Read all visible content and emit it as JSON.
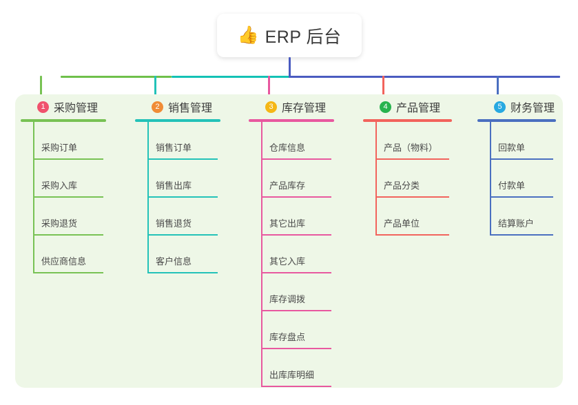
{
  "root": {
    "icon": "thumbs-up-icon",
    "emoji": "👍",
    "title": "ERP 后台"
  },
  "theme": {
    "canvas_bg": "#ffffff",
    "card_bg": "#eef7e7",
    "root_bg": "#ffffff",
    "root_text": "#3a3a3a",
    "title_text": "#3c3c3c",
    "item_text": "#4a4a4a",
    "trunk_color": "#4a5bc0"
  },
  "connectors": {
    "trunk_vertical_color": "#4a5bc0",
    "bus_segments": [
      {
        "name": "segment-green",
        "color": "#6ec04a"
      },
      {
        "name": "segment-teal",
        "color": "#13c2b5"
      },
      {
        "name": "segment-blue",
        "color": "#4a5bc0"
      }
    ]
  },
  "columns": [
    {
      "index": "1",
      "badge_number": "1",
      "badge_color": "#f0526d",
      "line_color": "#78c254",
      "title": "采购管理",
      "items": [
        {
          "label": "采购订单"
        },
        {
          "label": "采购入库"
        },
        {
          "label": "采购退货"
        },
        {
          "label": "供应商信息"
        }
      ]
    },
    {
      "index": "2",
      "badge_number": "2",
      "badge_color": "#f08c36",
      "line_color": "#23c2b8",
      "title": "销售管理",
      "items": [
        {
          "label": "销售订单"
        },
        {
          "label": "销售出库"
        },
        {
          "label": "销售退货"
        },
        {
          "label": "客户信息"
        }
      ]
    },
    {
      "index": "3",
      "badge_number": "3",
      "badge_color": "#f5b716",
      "line_color": "#e8589f",
      "title": "库存管理",
      "items": [
        {
          "label": "仓库信息"
        },
        {
          "label": "产品库存"
        },
        {
          "label": "其它出库"
        },
        {
          "label": "其它入库"
        },
        {
          "label": "库存调拨"
        },
        {
          "label": "库存盘点"
        },
        {
          "label": "出库库明细"
        }
      ]
    },
    {
      "index": "4",
      "badge_number": "4",
      "badge_color": "#27b34e",
      "line_color": "#f2635c",
      "title": "产品管理",
      "items": [
        {
          "label": "产品（物料）"
        },
        {
          "label": "产品分类"
        },
        {
          "label": "产品单位"
        }
      ]
    },
    {
      "index": "5",
      "badge_number": "5",
      "badge_color": "#27a9e1",
      "line_color": "#4a6fc0",
      "title": "财务管理",
      "items": [
        {
          "label": "回款单"
        },
        {
          "label": "付款单"
        },
        {
          "label": "结算账户"
        }
      ]
    }
  ]
}
